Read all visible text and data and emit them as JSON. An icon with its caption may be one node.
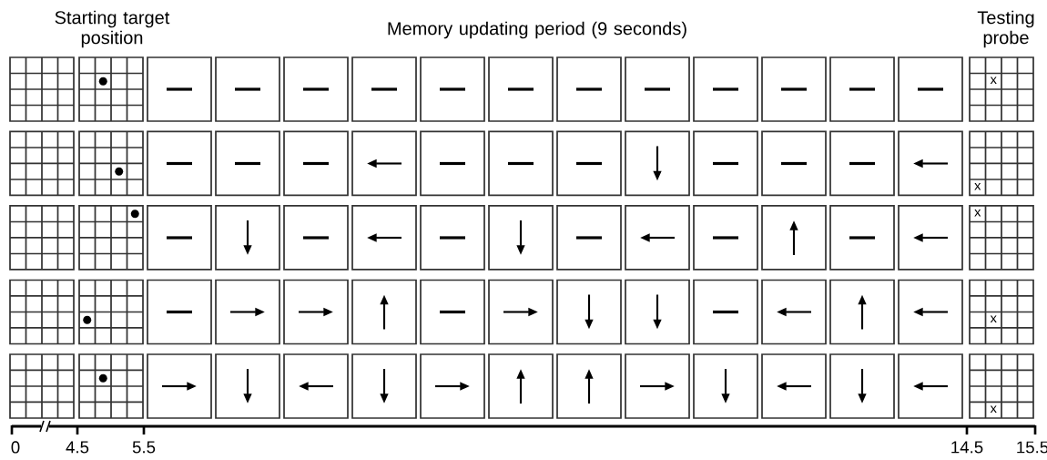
{
  "diagram": {
    "labels": [
      "Starting target position",
      "Memory updating period (9 seconds)",
      "Testing probe",
      "x",
      "x",
      "x",
      "x",
      "x",
      "0",
      "4.5",
      "5.5",
      "14.5",
      "15.5"
    ]
  }
}
